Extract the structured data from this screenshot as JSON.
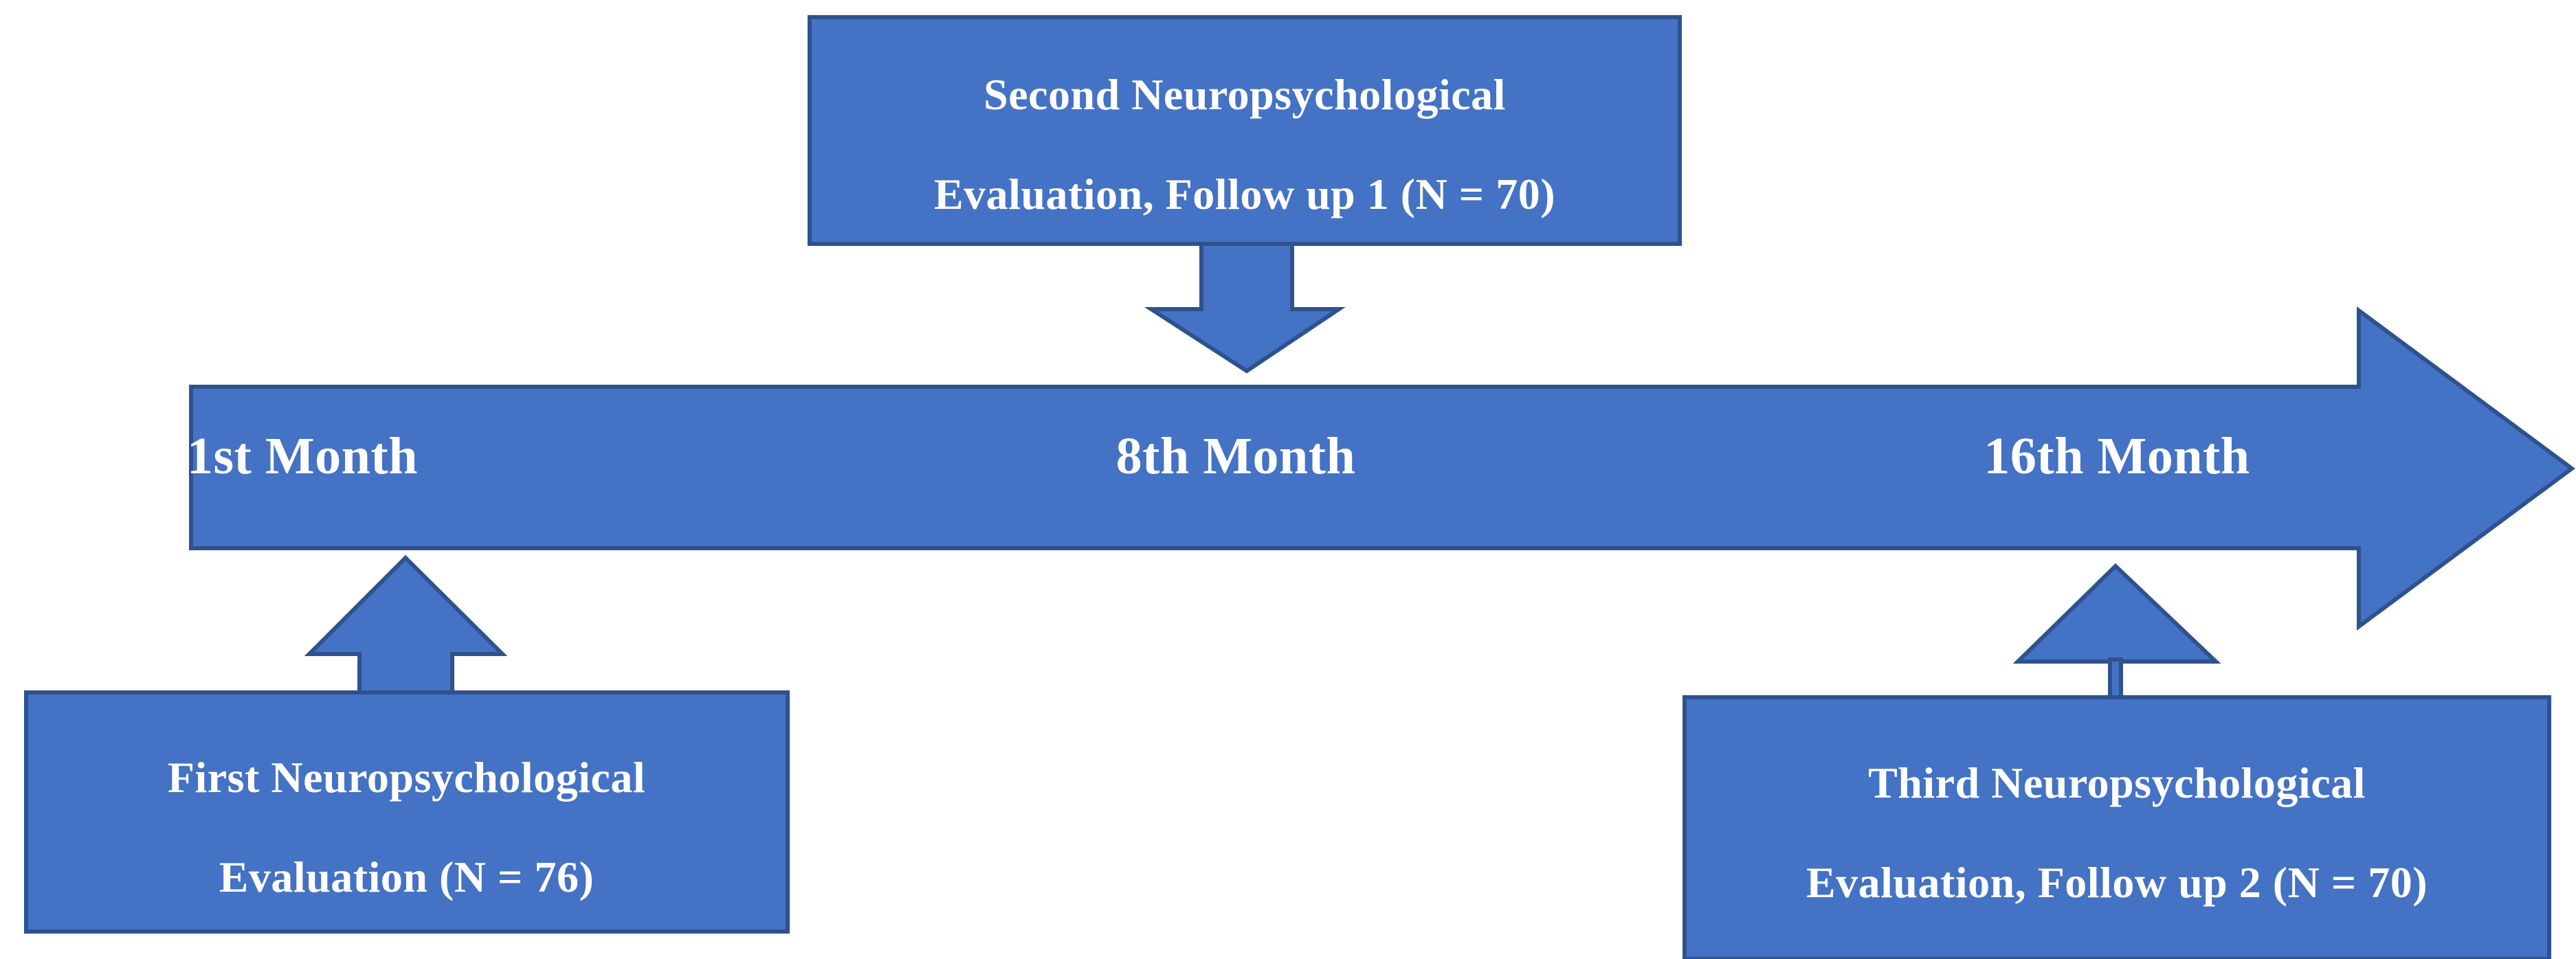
{
  "figure": {
    "type": "timeline-flow-diagram",
    "colors": {
      "shape_fill": "#4472C4",
      "shape_border": "#2E528F",
      "label_text": "#FFFFFF",
      "background": "#FFFFFF"
    }
  },
  "timeline": {
    "name": "study-timeline-arrow",
    "direction": "left-to-right",
    "milestones": [
      {
        "id": "month-1",
        "label": "1st Month"
      },
      {
        "id": "month-8",
        "label": "8th Month"
      },
      {
        "id": "month-16",
        "label": "16th Month"
      }
    ]
  },
  "events": {
    "second_evaluation": {
      "position": "above-timeline",
      "anchor_milestone": "8th Month",
      "line1": "Second Neuropsychological",
      "line2": "Evaluation, Follow up 1 (N = 70)",
      "n": 70,
      "arrow": "down-block-arrow"
    },
    "first_evaluation": {
      "position": "below-timeline",
      "anchor_milestone": "1st Month",
      "line1": "First Neuropsychological",
      "line2": "Evaluation (N = 76)",
      "n": 76,
      "arrow": "up-block-arrow"
    },
    "third_evaluation": {
      "position": "below-timeline",
      "anchor_milestone": "16th Month",
      "line1": "Third Neuropsychological",
      "line2": "Evaluation, Follow up 2 (N = 70)",
      "n": 70,
      "arrow": "up-triangle-arrow"
    }
  }
}
